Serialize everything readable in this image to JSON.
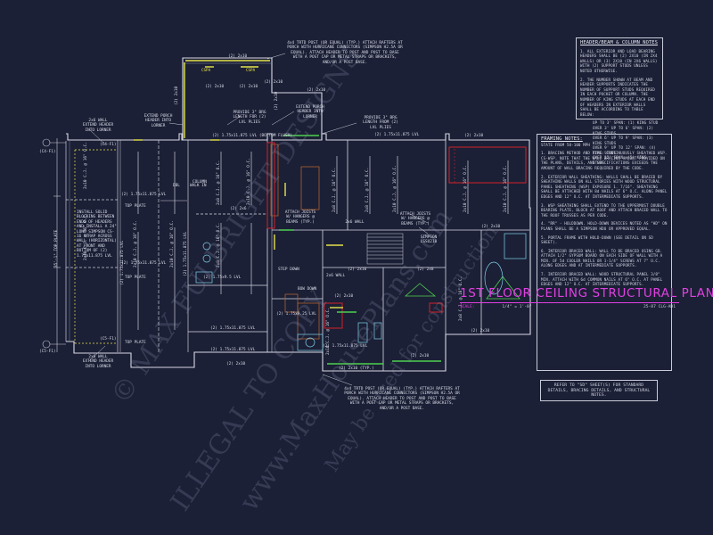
{
  "sheet": {
    "title": "1ST FLOOR CEILING STRUCTURAL PLAN",
    "scale_key": "SCALE:",
    "scale_value": "1/4\" = 1'-0\"",
    "drawing_code": "25-87 CLG-AD1"
  },
  "watermark": {
    "line1": "© MAX FULBRIGHT DESIGNS",
    "line2": "ILLEGAL TO COPY",
    "line3": "www.MaxHousePlans.com",
    "line4": "May be used for construction"
  },
  "header_notes": {
    "title": "HEADER/BEAM & COLUMN NOTES",
    "items": [
      "1.  ALL EXTERIOR AND LOAD BEARING HEADERS SHALL BE (2) 2X10 (IN 2X4 WALLS) OR (3) 2X10 (IN 2X6 WALLS) WITH (2) SUPPORT STUDS UNLESS NOTED OTHERWISE.",
      "2.  THE NUMBER SHOWN AT BEAM AND HEADER SUPPORTS INDICATES THE NUMBER OF SUPPORT STUDS REQUIRED IN EACH POCKET OR COLUMN. THE NUMBER OF KING STUDS AT EACH END OF HEADERS IN EXTERIOR WALLS SHALL BE ACCORDING TO TABLE BELOW:"
    ],
    "sub_items": [
      "UP TO 3' SPAN: (1) KING STUD",
      "OVER 3' UP TO 6' SPAN: (2) KING STUDS",
      "OVER 6' UP TO 9' SPAN: (3) KING STUDS",
      "OVER 9' UP TO 12' SPAN: (4) KING STUDS",
      "OVER 12' SPAN: (5) KING STUDS"
    ]
  },
  "framing_notes": {
    "title": "FRAMING NOTES:",
    "subtitle": "STATE FROM 50-100 MPH",
    "items": [
      "1.  BRACING METHOD AND TYPE: CONTINUOUSLY SHEATHED WSP. CS-WSP. NOTE THAT THE WALL BRACING AMOUNT PROVIDED ON THE PLANS, DETAILS, AND SPECIFICATIONS EXCEEDS THE AMOUNT OF WALL BRACING REQUIRED BY THE CODE.",
      "2.  EXTERIOR WALL SHEATHING: WALLS SHALL BE BRACED BY SHEATHING WALLS ON ALL STORIES WITH WOOD STRUCTURAL PANEL SHEATHING (WSP) EXPOSURE 1. 7/16\". SHEATHING SHALL BE ATTACHED WITH 8d NAILS AT 6\" O.C. ALONG PANEL EDGES AND 12\" O.C. AT INTERMEDIATE SUPPORTS.",
      "3.  WSP SHEATHING SHALL EXTEND TO THE UPPERMOST DOUBLE BEARING PLATE, BLOCK AT ROOF AND ATTACH BRACED WALL TO THE ROOF TRUSSES AS PER CODE.",
      "4.  \"RR\" - HOLDDOWN. HOLD-DOWN DEVICES NOTED AS \"HD\" ON PLANS SHALL BE A SIMPSON HDU OR APPROVED EQUAL.",
      "5.  PORTAL FRAME WITH HOLD-DOWN (SEE DETAIL ON SD SHEET).",
      "6.  INTERIOR BRACED WALL: WALL TO BE BRACED USING GB. ATTACH 1/2\" GYPSUM BOARD ON EACH SIDE OF WALL WITH A MIN. OF 5d COOLER NAILS OR 1-1/4\" SCREWS AT 7\" O.C. ALONG EDGES AND AT INTERMEDIATE SUPPORTS.",
      "7.  INTERIOR BRACED WALL: WOOD STRUCTURAL PANEL 3/8\" MIN. ATTACH WITH 6d COMMON NAILS AT 6\" O.C. AT PANEL EDGES AND 12\" O.C. AT INTERMEDIATE SUPPORTS."
    ]
  },
  "sd_note": "REFER TO \"SD\" SHEET(S) FOR STANDARD DETAILS, BRACING DETAILS, AND STRUCTURAL NOTES.",
  "callouts": {
    "top_post": "4x4 TRTD POST (OR EQUAL) (TYP.) ATTACH RAFTERS AT PORCH WITH HURRICANE CONNECTORS (SIMPSON H2.5A OR EQUAL). ATTACH HEADER TO POST AND POST TO BASE WITH A POST CAP OR METAL STRAPS OR BRACKETS, AND/OR A POST BASE.",
    "bottom_post": "4x4 TRTD POST (OR EQUAL) (TYP.) ATTACH RAFTERS AT PORCH WITH HURRICANE CONNECTORS (SIMPSON H2.5A OR EQUAL). ATTACH HEADER TO POST AND POST TO BASE WITH A POST CAP OR METAL STRAPS OR BRACKETS, AND/OR A POST BASE.",
    "extend_porch_left": "EXTEND PORCH HEADER INTO LORNER",
    "extend_porch_mid": "EXTEND PORCH HEADER INTO LORNER",
    "provide_3": "PROVIDE 3\" BRG LENGTH FOR (2) LVL PLIES",
    "provide_3b": "PROVIDE 3\" BRG LENGTH FROM (2) LVL PLIES",
    "two_x6_top": "2x6 WALL EXTEND HEADER INTO LORNER",
    "two_x6_bottom": "2x6 WALL EXTEND HEADER INTO LORNER",
    "install_block": "INSTALL SOLID BLOCKING BETWEEN ENDS OF HEADERS AND INSTALL A 24\" LONG SIMPSON CS-16 STRAP ACROSS WALL (HORIZONTAL) AT FRONT AND BOTTOM OF (2) 1.75x11.875 LVL",
    "attach_joists": "ATTACH JOISTS W/ HANGERS @ BEAMS (TYP.)",
    "attach_joists_2": "ATTACH JOISTS W/ HANGERS @ BEAMS (TYP.)",
    "simpson": "SIMPSON LSSU210",
    "wall_label": "2x6 WALL",
    "walk_in": "WALK IN"
  },
  "plan_labels": {
    "lvl_top": "(2) 1.75x11.875 LVL (BOTTOM FLUSH)",
    "lvl_top_r": "(2) 1.75x11.875 LVL",
    "lvl_left": "(2) 1.75x11.875 LVL",
    "lvl_left2": "(2) 1.75x11.875 LVL",
    "lvl_mid": "(2) 1.75x9.5 LVL",
    "lvl_mid2": "(2) 1.75x11.875 LVL",
    "lvl_center": "(2) 1.75x9.25 LVL",
    "lvl_bottom": "(2) 1.75x11.875 LVL",
    "two_2x10_a": "(2) 2x10",
    "two_2x10_b": "(2) 2x10",
    "two_2x10_c": "(2) 2x10",
    "two_2x10_d": "(2) 2x10 (TYP.)",
    "two_2x10_e": "(2) 2x10",
    "two_2x10_f": "(2) 2x10",
    "two_2x10_g": "(2) 2x10",
    "two_2x10_h": "(2) 2x10",
    "two_2x10_i": "(2) 2x10",
    "two_2x8": "(2) 2x8",
    "two_2x6": "(2) 2x6",
    "top_plate": "TOP PLATE",
    "top_plate2": "TOP PLATE",
    "top_plate3": "TOP PLATE",
    "joist_a": "2x10 C.J. @ 16\" O.C.",
    "joist_b": "2x10 C.J. @ 16\" O.C.",
    "joist_c": "2x10 C.J. @ 16\" O.C.",
    "joist_d": "2x10 C.J. @ 16\" O.C.",
    "joist_e": "2x8 C.J. @ 16\" O.C.",
    "joist_f": "2x10 C.J. @ 16\" O.C.",
    "joist_g": "2x8 C.J. @ 16\" O.C.",
    "joist_h": "2x8 C.J. @ 16\" O.C.",
    "joist_i": "2x8 C.J. @ 16\" O.C.",
    "joist_j": "2x10 C.J. @ 16\" O.C.",
    "joist_k": "2x10 C.J. @ 16\" O.C.",
    "joist_l": "2x10 C.J. @ 16\" O.C.",
    "joist_m": "2x10 C.J. @ 16\" O.C.",
    "joist_n": "2x8 C.J. @ 16\" O.C.",
    "porch_left_top": "(2) 2x10",
    "porch_top_label": "(2) 2x10",
    "porch_top_label2": "(2) 2x10",
    "porch_side_label": "(2) 2x10",
    "porch_side_label2": "(2) 2x10",
    "cspa_a": "CSPA",
    "cspa_b": "CSPA",
    "beam_left_v": "(2) 1.75x11.875 LVL",
    "beam_right_v": "(2) 1.75x11.875 LVL",
    "dim_left": "35'-1\" TOP PLATE",
    "grid_c4": "(C4-F1)",
    "grid_c5": "(C5-F1)",
    "grid_c6": "(C4-F1)",
    "grid_c7": "(C5-F1)",
    "dbl": "DBL",
    "step_down": "STEP DOWN",
    "wall_2x6": "2x6 WALL",
    "ridge_label": "(2) 1.75x11.875 LVL",
    "down_label": "BOW DOWN",
    "hdr_2x10_porch": "(2) 2x10",
    "col_label": "COLUMN"
  },
  "colors": {
    "background": "#1c2036",
    "linework": "#d7d9e4",
    "header_yellow": "#e5e24a",
    "header_green": "#4fcf4f",
    "structural_red": "#d0202a",
    "title_magenta": "#e040e0",
    "accent_cyan": "#7fd0e8",
    "brown_room": "#b06030"
  }
}
